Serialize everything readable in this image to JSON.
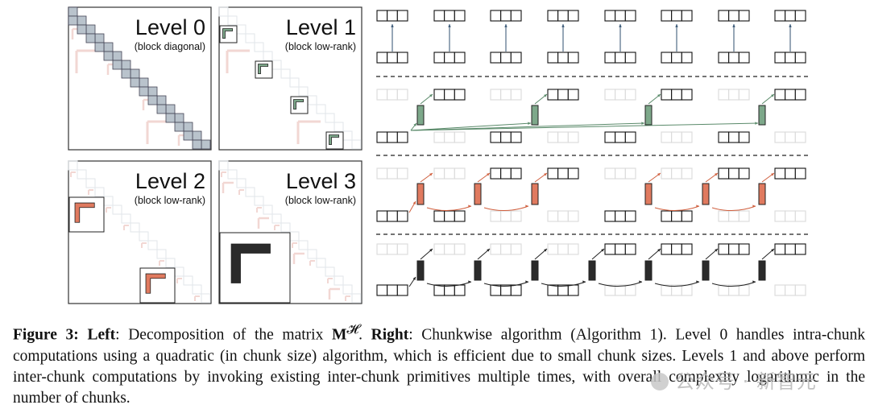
{
  "panels": [
    {
      "title": "Level 0",
      "subtitle": "(block diagonal)"
    },
    {
      "title": "Level 1",
      "subtitle": "(block low-rank)"
    },
    {
      "title": "Level 2",
      "subtitle": "(block low-rank)"
    },
    {
      "title": "Level 3",
      "subtitle": "(block low-rank)"
    }
  ],
  "colors": {
    "level0": "#b9c3cc",
    "level1": "#7da88a",
    "level2": "#e07a5f",
    "level3": "#2b2b2b",
    "ghost_pink": "#f2d7d3",
    "ghost_gray": "#e2e6ea"
  },
  "caption": {
    "figure_label": "Figure 3:",
    "left_label": "Left",
    "left_text": ": Decomposition of the matrix ",
    "matrix_symbol": "M",
    "matrix_superscript": "𝓗",
    "right_label": "Right",
    "right_text": ": Chunkwise algorithm (Algorithm 1). Level 0 handles intra-chunk computations using a quadratic (in chunk size) algorithm, which is efficient due to small chunk sizes. Levels 1 and above perform inter-chunk computations by invoking existing inter-chunk primitives multiple times, with overall complexity logarithmic in the number of chunks."
  },
  "watermark": "公众号 · 新智元"
}
